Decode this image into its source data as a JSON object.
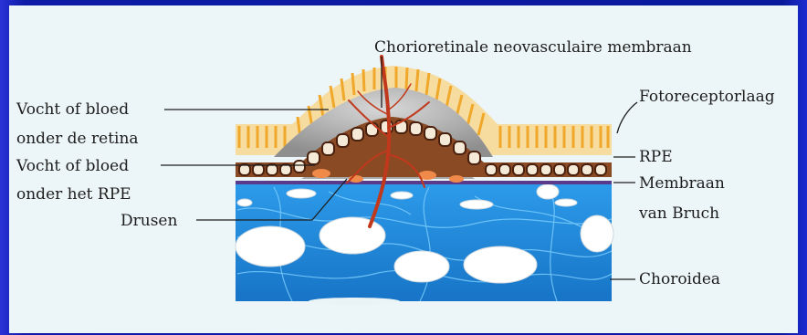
{
  "labels": {
    "cnv": "Chorioretinale neovasculaire membraan",
    "fluid_retina_1": "Vocht of bloed",
    "fluid_retina_2": "onder de retina",
    "fluid_rpe_1": "Vocht of bloed",
    "fluid_rpe_2": "onder het RPE",
    "drusen": "Drusen",
    "photoreceptor": "Fotoreceptorlaag",
    "rpe": "RPE",
    "bruch_1": "Membraan",
    "bruch_2": "van Bruch",
    "choroid": "Choroidea"
  },
  "colors": {
    "frame": "#0c1ea8",
    "background": "#ecf5f7",
    "choroid": "#1f8fe0",
    "bruch": "#5a3a8a",
    "rpe_cells": "#5a2a12",
    "photoreceptors": "#f2b540",
    "vessels": "#c0391c",
    "fluid": "#9a9a9a"
  }
}
